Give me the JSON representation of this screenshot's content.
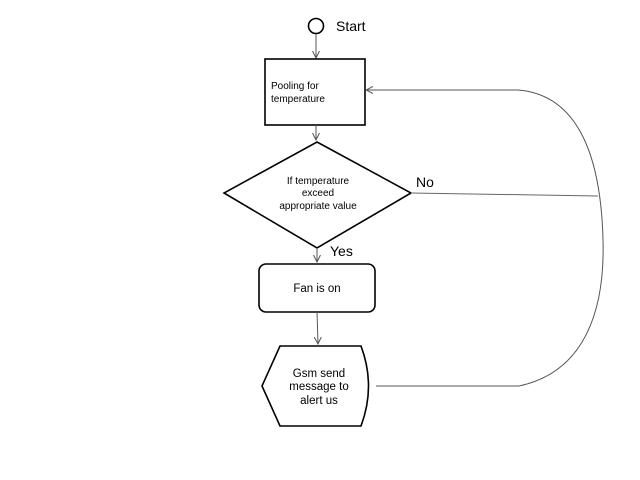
{
  "diagram": {
    "start_label": "Start",
    "polling_box": {
      "line1": "Pooling for",
      "line2": "temperature"
    },
    "decision": {
      "line1": "If temperature",
      "line2": "exceed",
      "line3": "appropriate value"
    },
    "yes_label": "Yes",
    "no_label": "No",
    "fan_box": {
      "label": "Fan is on"
    },
    "gsm_box": {
      "line1": "Gsm send",
      "line2": "message to",
      "line3": "alert us"
    }
  }
}
